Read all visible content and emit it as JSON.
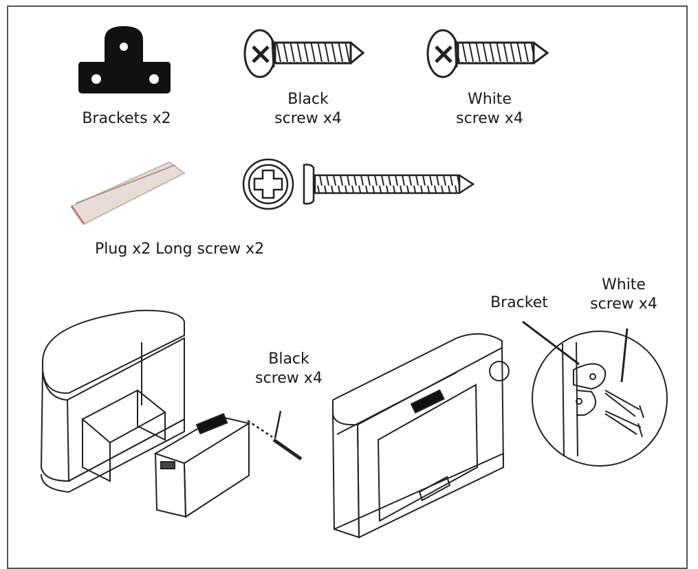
{
  "parts": {
    "bracket_label": "Brackets x2",
    "black_screw_label_1": "Black",
    "black_screw_label_2": "screw x4",
    "white_screw_label_1": "White",
    "white_screw_label_2": "screw x4",
    "plug_long_label": "Plug x2 Long screw x2"
  },
  "assembly": {
    "black_callout_1": "Black",
    "black_callout_2": "screw x4",
    "bracket_callout": "Bracket",
    "white_callout_1": "White",
    "white_callout_2": "screw x4"
  },
  "colors": {
    "line": "#222222",
    "frame": "#555555",
    "bracket_fill": "#111111",
    "plug_fill": "#e8ddd6"
  }
}
